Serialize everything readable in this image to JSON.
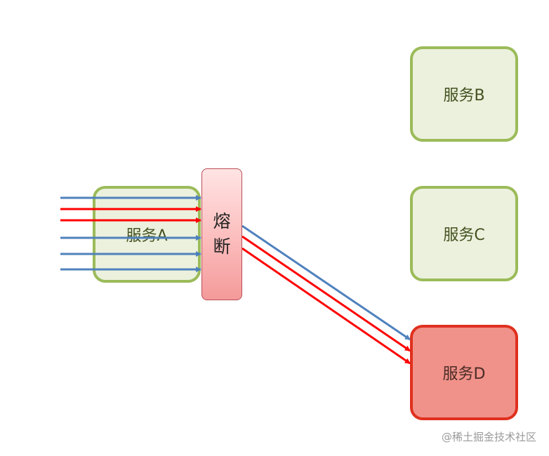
{
  "diagram": {
    "services": {
      "a": "服务A",
      "b": "服务B",
      "c": "服务C",
      "d": "服务D"
    },
    "breaker_chars": [
      "熔",
      "断"
    ],
    "incoming_arrow_colors": [
      "blue",
      "red",
      "red",
      "blue",
      "blue",
      "blue"
    ],
    "outgoing_arrow_colors": [
      "blue",
      "red",
      "red"
    ],
    "colors": {
      "blue": "#4f81bd",
      "red": "#ff0000",
      "service_fill": "#ebf1dd",
      "service_border": "#9bbb59",
      "failed_fill": "#f0928a",
      "failed_border": "#e0301e"
    }
  },
  "watermark": "@稀土掘金技术社区"
}
